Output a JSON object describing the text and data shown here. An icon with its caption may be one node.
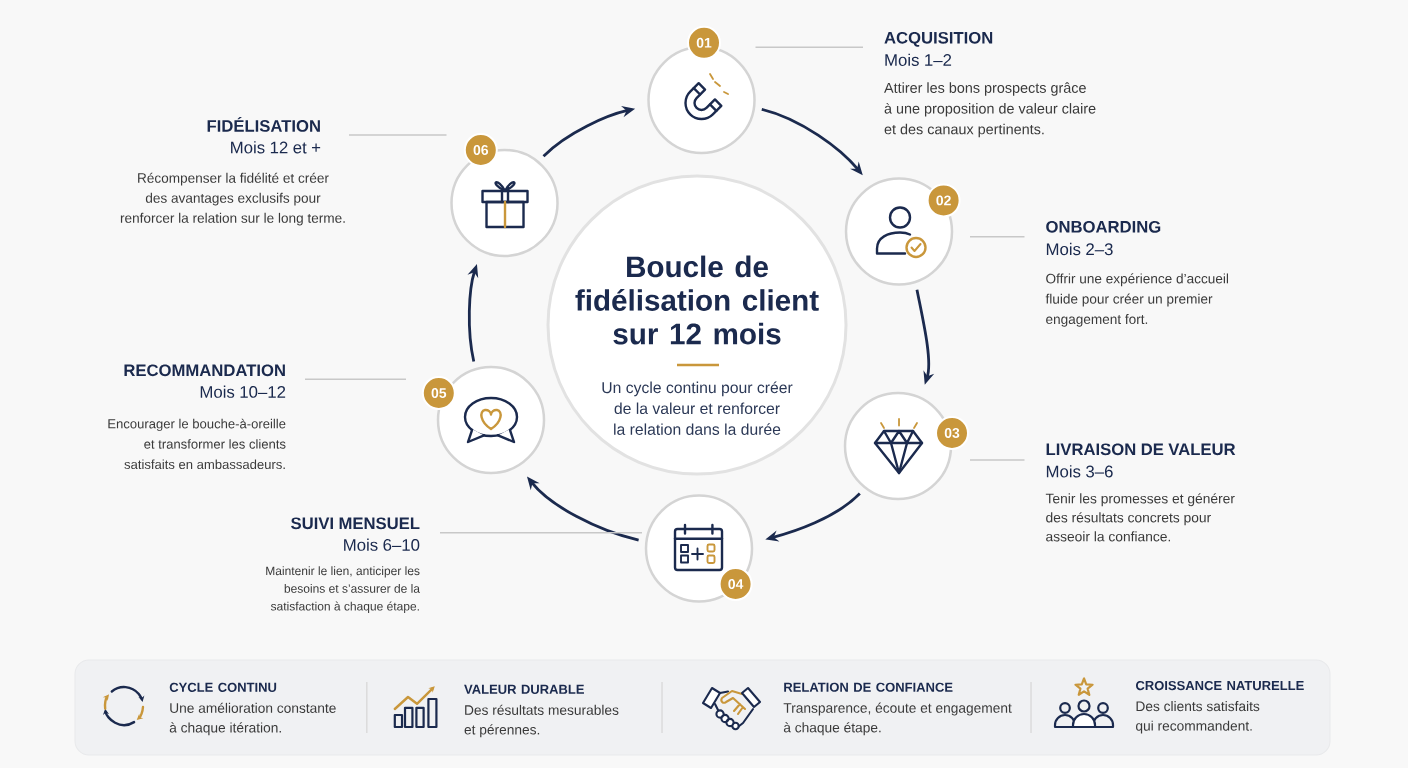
{
  "diagram": {
    "nodes": [
      {
        "text": [
          "Boucle de fidélisation client sur 12 mois",
          "Un cycle continu pour créer de la valeur et renforcer la relation dans la durée"
        ]
      },
      {
        "text": [
          "01"
        ]
      },
      {
        "text": [
          "02"
        ]
      },
      {
        "text": [
          "03"
        ]
      },
      {
        "text": [
          "04"
        ]
      },
      {
        "text": [
          "05"
        ]
      },
      {
        "text": [
          "06"
        ]
      },
      {
        "text": [
          "ACQUISITION",
          "Mois 1–2",
          "Attirer les bons prospects grâce à une proposition de valeur claire et des canaux pertinents."
        ]
      },
      {
        "text": [
          "ONBOARDING",
          "Mois 2–3",
          "Offrir une expérience d’accueil fluide pour créer un premier engagement fort."
        ]
      },
      {
        "text": [
          "LIVRAISON DE VALEUR",
          "Mois 3–6",
          "Tenir les promesses et générer des résultats concrets pour asseoir la confiance."
        ]
      },
      {
        "text": [
          "SUIVI MENSUEL",
          "Mois 6–10",
          "Maintenir le lien, anticiper les besoins et s’assurer de la satisfaction à chaque étape."
        ]
      },
      {
        "text": [
          "RECOMMANDATION",
          "Mois 10–12",
          "Encourager le bouche-à-oreille et transformer les clients satisfaits en ambassadeurs."
        ]
      },
      {
        "text": [
          "FIDÉLISATION",
          "Mois 12 et +",
          "Récompenser la fidélité et créer des avantages exclusifs pour renforcer la relation sur le long terme."
        ]
      },
      {
        "text": [],
        "shape": "box"
      },
      {
        "text": [
          "CYCLE CONTINU",
          "Une amélioration constante à chaque itération."
        ],
        "in": 13
      },
      {
        "text": [
          "VALEUR DURABLE",
          "Des résultats mesurables et pérennes."
        ],
        "in": 13
      },
      {
        "text": [
          "RELATION DE CONFIANCE",
          "Transparence, écoute et engagement à chaque étape."
        ],
        "in": 13
      },
      {
        "text": [
          "CROISSANCE NATURELLE",
          "Des clients satisfaits qui recommandent."
        ],
        "in": 13
      }
    ],
    "edges": [
      {
        "from": 1,
        "to": 2,
        "arrow": "to"
      },
      {
        "from": 2,
        "to": 3,
        "arrow": "to"
      },
      {
        "from": 3,
        "to": 4,
        "arrow": "to"
      },
      {
        "from": 4,
        "to": 5,
        "arrow": "to"
      },
      {
        "from": 5,
        "to": 6,
        "arrow": "to"
      },
      {
        "from": 6,
        "to": 1,
        "arrow": "to"
      },
      {
        "from": 7,
        "to": 1,
        "arrow": "none",
        "color": "#c8c8c8"
      },
      {
        "from": 8,
        "to": 2,
        "arrow": "none",
        "color": "#c8c8c8"
      },
      {
        "from": 9,
        "to": 3,
        "arrow": "none",
        "color": "#c8c8c8"
      },
      {
        "from": 10,
        "to": 4,
        "arrow": "none",
        "color": "#c8c8c8"
      },
      {
        "from": 11,
        "to": 5,
        "arrow": "none",
        "color": "#c8c8c8"
      },
      {
        "from": 12,
        "to": 6,
        "arrow": "none",
        "color": "#c8c8c8"
      }
    ]
  }
}
